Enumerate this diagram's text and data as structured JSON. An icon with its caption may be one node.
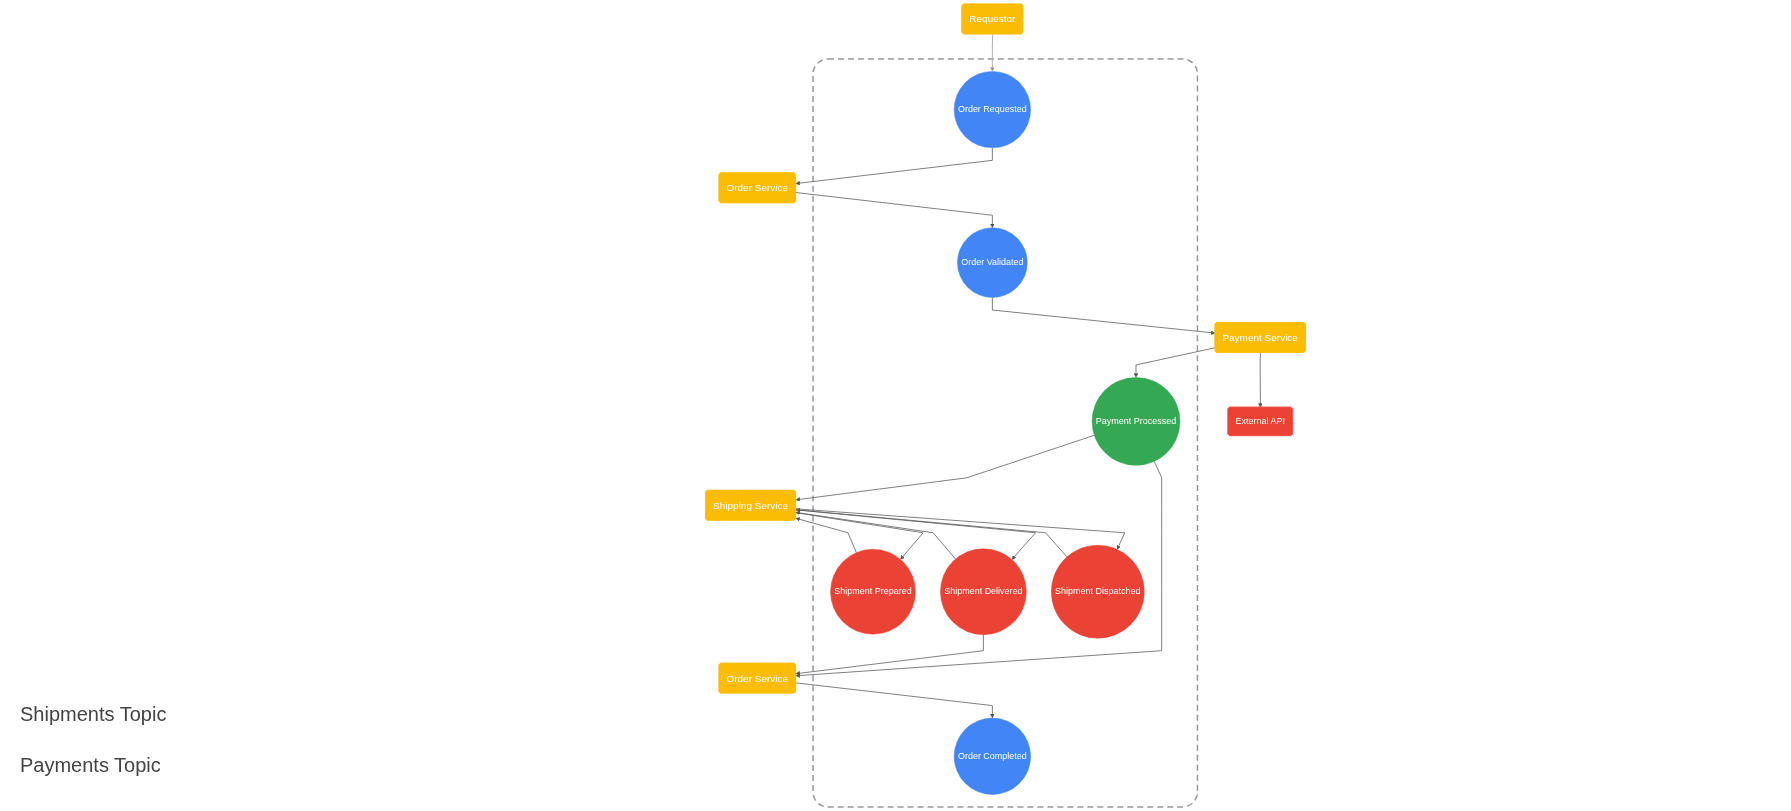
{
  "diagram": {
    "nodes": [
      {
        "text": [
          "Requestor"
        ]
      },
      {
        "text": [
          "Shipping Service"
        ]
      },
      {
        "text": [],
        "shape": "box"
      },
      {
        "text": [
          "Order Validated"
        ],
        "in": 2
      },
      {
        "text": [
          "Shipment Prepared"
        ],
        "in": 2
      },
      {
        "text": [
          "Shipment Delivered"
        ],
        "in": 2
      },
      {
        "text": [
          "Order Requested"
        ],
        "in": 2
      },
      {
        "text": [
          "Payment Processed"
        ],
        "in": 2
      },
      {
        "text": [
          "Shipment Dispatched"
        ],
        "in": 2
      },
      {
        "text": [
          "Order Completed"
        ],
        "in": 2
      },
      {
        "text": [
          "Order Service"
        ]
      },
      {
        "text": [
          "Payment Service"
        ]
      },
      {
        "text": [
          "Order Service"
        ]
      },
      {
        "text": [
          "External API"
        ]
      }
    ],
    "edges": [
      {
        "from": 0,
        "to": 6,
        "arrow": "to",
        "color": "#999999"
      },
      {
        "from": 6,
        "to": 10,
        "arrow": "to"
      },
      {
        "from": 10,
        "to": 3,
        "arrow": "to"
      },
      {
        "from": 3,
        "to": 11,
        "arrow": "to"
      },
      {
        "from": 11,
        "to": 13,
        "arrow": "to"
      },
      {
        "from": 11,
        "to": 7,
        "arrow": "to"
      },
      {
        "from": 7,
        "to": 1,
        "arrow": "to"
      },
      {
        "from": 7,
        "to": 12,
        "arrow": "to"
      },
      {
        "from": 4,
        "to": 1,
        "arrow": "to"
      },
      {
        "from": 1,
        "to": 4,
        "arrow": "to"
      },
      {
        "from": 8,
        "to": 1,
        "arrow": "to"
      },
      {
        "from": 1,
        "to": 8,
        "arrow": "to"
      },
      {
        "from": 5,
        "to": 1,
        "arrow": "to"
      },
      {
        "from": 1,
        "to": 5,
        "arrow": "to"
      },
      {
        "from": 5,
        "to": 12,
        "arrow": "to"
      },
      {
        "from": 12,
        "to": 9,
        "arrow": "to"
      }
    ],
    "labels": [
      "Shipments Topic",
      "Payments Topic"
    ]
  }
}
